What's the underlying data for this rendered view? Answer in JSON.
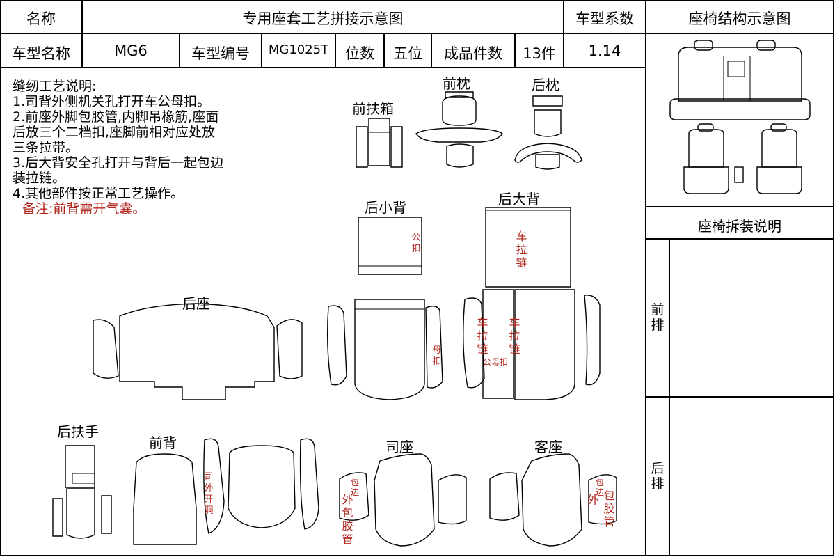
{
  "header": {
    "name_label": "名称",
    "title": "专用座套工艺拼接示意图",
    "coef_label": "车型系数",
    "struct_title": "座椅结构示意图",
    "model_name_label": "车型名称",
    "model_name": "MG6",
    "model_code_label": "车型编号",
    "model_code": "MG1025T",
    "seats_label": "位数",
    "seats": "五位",
    "pieces_label": "成品件数",
    "pieces": "13件",
    "coef": "1.14"
  },
  "notes": {
    "heading": "缝纫工艺说明:",
    "lines": [
      "1.司背外侧机关孔打开车公母扣。",
      "2.前座外脚包胶管,内脚吊橡筋,座面",
      "后放三个二档扣,座脚前相对应处放",
      "三条拉带。",
      "3.后大背安全孔打开与背后一起包边",
      "装拉链。",
      "4.其他部件按正常工艺操作。"
    ],
    "remark": "备注:前背需开气囊。"
  },
  "pieces": {
    "front_armbox": "前扶箱",
    "front_pillow": "前枕",
    "rear_pillow": "后枕",
    "rear_small_back": "后小背",
    "rear_big_back": "后大背",
    "rear_seat": "后座",
    "rear_armrest": "后扶手",
    "front_back": "前背",
    "driver_seat": "司座",
    "passenger_seat": "客座"
  },
  "annotations": {
    "male_buckle": "公扣",
    "female_buckle": "母扣",
    "zipper": "车拉链",
    "male_female": "公母扣",
    "driver_outer_hole": "司外开洞",
    "edge": "包边",
    "outer_tube": "外包胶管",
    "outer": "外",
    "tube": "包胶管"
  },
  "side_panel": {
    "disassembly_title": "座椅拆装说明",
    "front_row": "前排",
    "rear_row": "后排"
  }
}
